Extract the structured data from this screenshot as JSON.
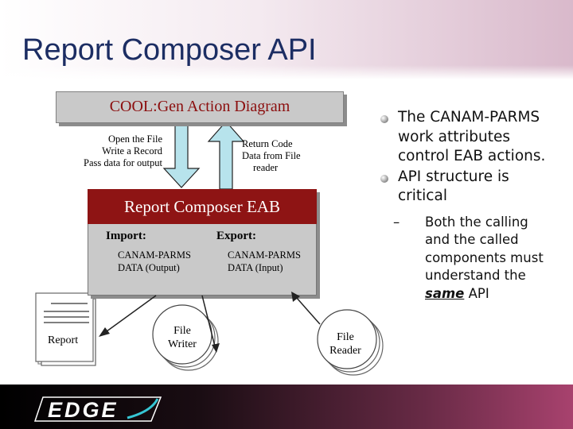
{
  "slide": {
    "title": "Report Composer API"
  },
  "diagram": {
    "action_box": "COOL:Gen Action Diagram",
    "down_arrow_label": [
      "Open the File",
      "Write a Record",
      "Pass data for output"
    ],
    "up_arrow_label": [
      "Return Code",
      "Data from File",
      "reader"
    ],
    "eab_title": "Report Composer EAB",
    "import_label": "Import:",
    "import_sub": [
      "CANAM-PARMS",
      "DATA (Output)"
    ],
    "export_label": "Export:",
    "export_sub": [
      "CANAM-PARMS",
      "DATA (Input)"
    ],
    "report_label": "Report",
    "file_writer": [
      "File",
      "Writer"
    ],
    "file_reader": [
      "File",
      "Reader"
    ]
  },
  "bullets": {
    "b1": "The CANAM-PARMS work attributes control EAB actions.",
    "b2": "API structure is critical",
    "sub_dash": "–",
    "sub_pre": "Both the calling and the called components must understand the ",
    "sub_em": "same",
    "sub_post": " API"
  },
  "footer": {
    "logo_text": "EDGE"
  },
  "colors": {
    "title": "#1c2d63",
    "action_text": "#8b0d0d",
    "eab_bg": "#8e1414",
    "box_gray": "#c9c9c9",
    "arrow_fill": "#b7e3ec"
  }
}
